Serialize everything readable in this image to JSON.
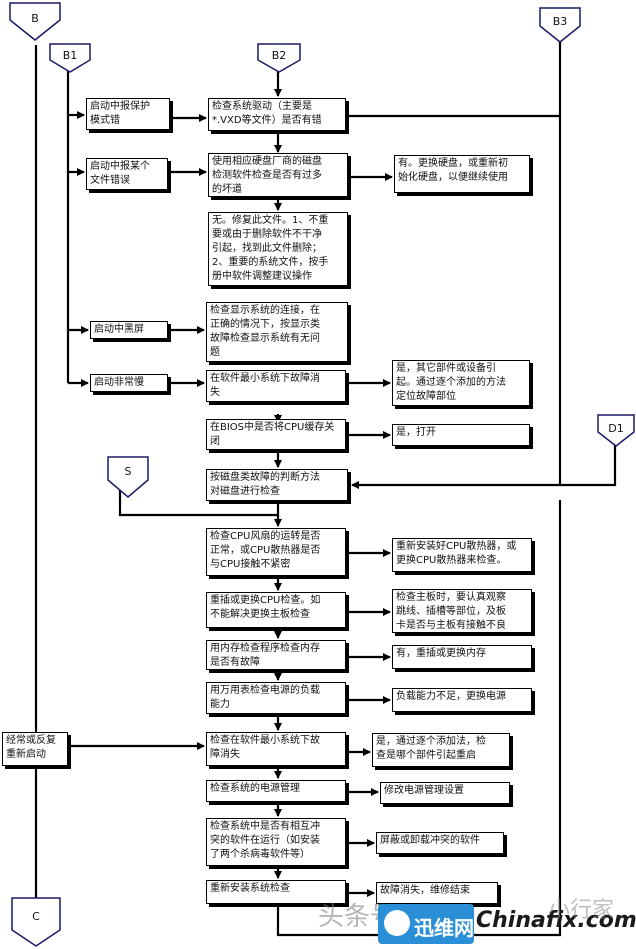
{
  "connectors": {
    "b": "B",
    "b1": "B1",
    "b2": "B2",
    "b3": "B3",
    "d1": "D1",
    "s": "S",
    "c": "C"
  },
  "left_actions": {
    "protect_mode": "启动中报保护\n模式错",
    "file_error": "启动中报某个\n文件错误",
    "black_screen": "启动中黑屏",
    "slow_boot": "启动非常慢",
    "frequent_restart": "经常或反复\n重新启动"
  },
  "checks": {
    "driver_check": "检查系统驱动（主要是\n*.VXD等文件）是否有错",
    "disk_check": "使用相应硬盘厂商的磁盘\n检测软件检查是否有过多\n的坏道",
    "no_repair": "无。修复此文件。1、不重\n要或由于删除软件不干净\n引起，找到此文件删除；\n2、重要的系统文件，按手\n册中软件调整建议操作",
    "display_check": "检查显示系统的连接，在\n正确的情况下，按显示类\n故障检查显示系统有无问\n题",
    "min_system": "在软件最小系统下故障消\n失",
    "bios_cache": "在BIOS中是否将CPU缓存关\n闭",
    "disk_method": "按磁盘类故障的判断方法\n对磁盘进行检查",
    "cpu_fan": "检查CPU风扇的运转是否\n正常，或CPU散热器是否\n与CPU接触不紧密",
    "replug_cpu": "重插或更换CPU检查。如\n不能解决更换主板检查",
    "memory_check": "用内存检查程序检查内存\n是否有故障",
    "power_check": "用万用表检查电源的负载\n能力",
    "min_system_2": "检查在软件最小系统下故\n障消失",
    "power_mgmt": "检查系统的电源管理",
    "conflict_check": "检查系统中是否有相互冲\n突的软件在运行（如安装\n了两个杀病毒软件等）",
    "reinstall": "重新安装系统检查"
  },
  "results": {
    "replace_disk": "有。更换硬盘，或重新初\n始化硬盘，以便继续使用",
    "yes_other_parts": "是，其它部件或设备引\n起。通过逐个添加的方法\n定位故障部位",
    "yes_open": "是，打开",
    "reinstall_cooler": "重新安装好CPU散热器，或\n更换CPU散热器来检查。",
    "check_board": "检查主板时，要认真观察\n跳线、插槽等部位，及板\n卡是否与主板有接触不良",
    "replace_memory": "有，重插或更换内存",
    "replace_power": "负载能力不足，更换电源",
    "yes_add_one": "是，通过逐个添加法，检\n查是哪个部件引起重启",
    "modify_power": "修改电源管理设置",
    "remove_conflict": "屏蔽或卸载冲突的软件",
    "fixed": "故障消失，维修结束"
  },
  "watermark": {
    "toutiao": "头条号",
    "xunleng": "迅维网",
    "chinafix": "Chinafix.com",
    "xiaotanjia": "小行家"
  }
}
